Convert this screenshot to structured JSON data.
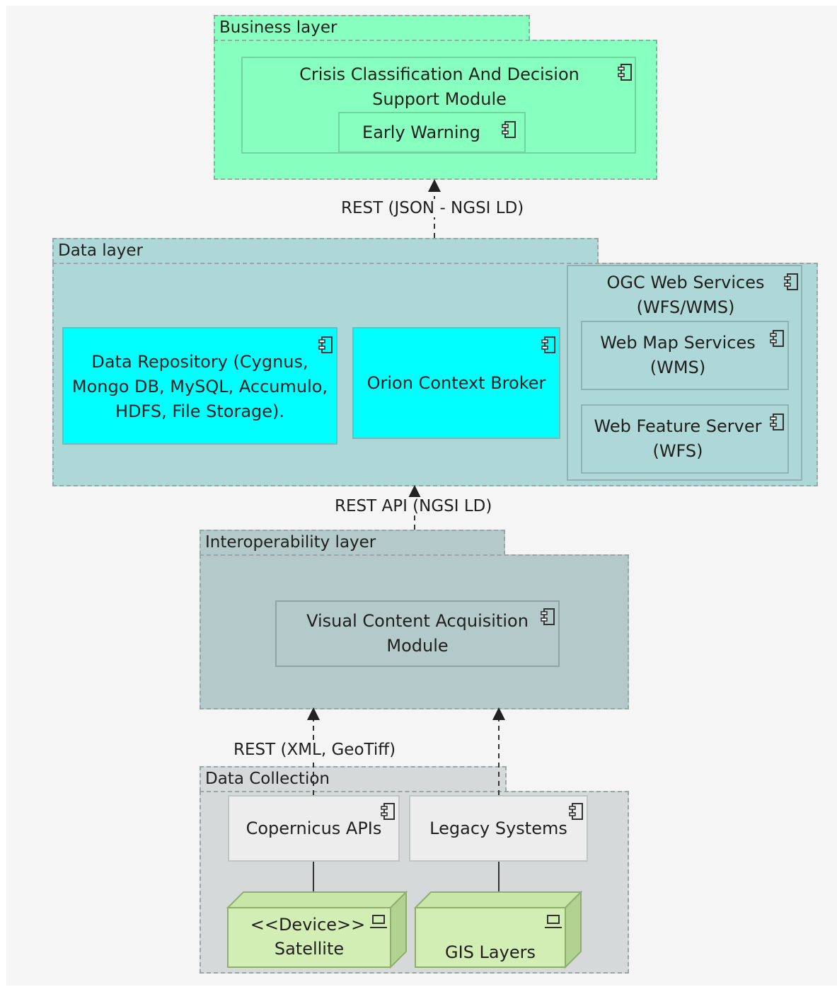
{
  "layers": {
    "business": {
      "label": "Business layer",
      "color": "#87ffbf"
    },
    "data": {
      "label": "Data layer",
      "color": "#aed8d8"
    },
    "interop": {
      "label": "Interoperability layer",
      "color": "#b4c9c9"
    },
    "collection": {
      "label": "Data Collection",
      "color": "#d5d9d9"
    }
  },
  "components": {
    "crisis": "Crisis Classification And Decision Support Module",
    "early_warning": "Early Warning",
    "data_repository": "Data Repository (Cygnus, Mongo DB, MySQL, Accumulo, HDFS, File Storage).",
    "orion": "Orion Context Broker",
    "ogc": "OGC Web Services (WFS/WMS)",
    "wms": "Web Map Services (WMS)",
    "wfs": "Web Feature Server (WFS)",
    "visual": "Visual Content Acquisition Module",
    "copernicus": "Copernicus APIs",
    "legacy": "Legacy Systems"
  },
  "nodes": {
    "satellite_stereotype": "<<Device>>",
    "satellite": "Satellite",
    "gis": "GIS Layers"
  },
  "connectors": {
    "rest_json": "REST (JSON - NGSI LD)",
    "rest_api": "REST API (NGSI LD)",
    "rest_xml": "REST (XML, GeoTiff)"
  },
  "icons": {
    "component": "component-icon",
    "device": "device-icon"
  }
}
